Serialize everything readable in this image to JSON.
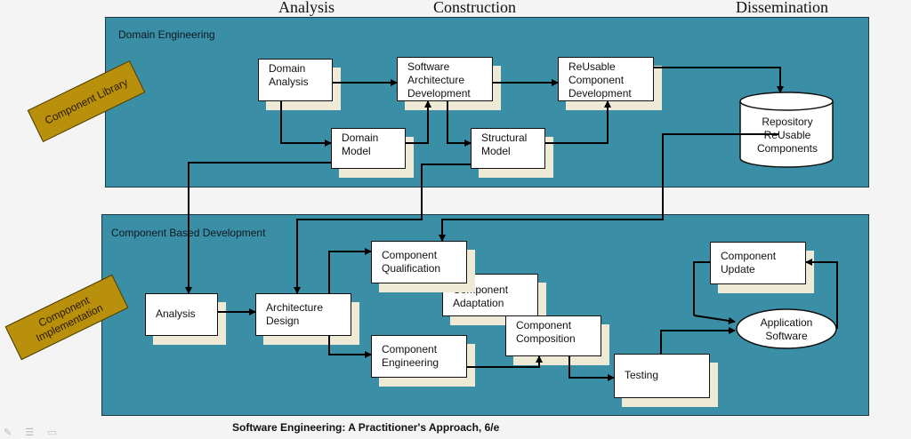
{
  "phases": [
    "Analysis",
    "Construction",
    "Dissemination"
  ],
  "domain_panel": {
    "title": "Domain Engineering",
    "domain_analysis": "Domain Analysis",
    "software_architecture": "Software Architecture Development",
    "reusable_component": "ReUsable Component Development",
    "domain_model": "Domain Model",
    "structural_model": "Structural Model",
    "repository": "Repository ReUsable Components"
  },
  "cbd_panel": {
    "title": "Component Based Development",
    "analysis": "Analysis",
    "architecture_design": "Architecture Design",
    "component_qualification": "Component Qualification",
    "component_adaptation": "Component Adaptation",
    "component_composition": "Component Composition",
    "component_engineering": "Component Engineering",
    "testing": "Testing",
    "component_update": "Component Update",
    "application_software": "Application Software"
  },
  "banners": {
    "component_library": "Component Library",
    "component_implementation": "Component Implementation"
  },
  "caption": "Software Engineering: A Practitioner's Approach, 6/e",
  "colors": {
    "panel": "#3a8ea6",
    "banner": "#b8900c",
    "shadow": "#eeead6"
  }
}
